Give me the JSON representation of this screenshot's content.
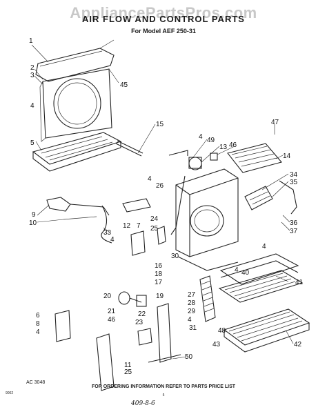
{
  "header": {
    "watermark": "AppliancePartsPros.com",
    "title": "AIR FLOW AND CONTROL PARTS",
    "model": "For Model AEF 250-31"
  },
  "footer": {
    "drawing_number": "AC 3048",
    "ordering_note": "FOR ORDERING INFORMATION REFER TO PARTS PRICE LIST",
    "stamp": "9002",
    "page_number": "5",
    "handwritten_note": "409-8-6"
  },
  "callouts": [
    "1",
    "2",
    "3",
    "4",
    "45",
    "15",
    "5",
    "47",
    "4",
    "49",
    "13",
    "46",
    "14",
    "34",
    "35",
    "4",
    "26",
    "9",
    "10",
    "33",
    "12",
    "7",
    "24",
    "25",
    "4",
    "36",
    "37",
    "4",
    "30",
    "4",
    "40",
    "41",
    "16",
    "18",
    "17",
    "20",
    "19",
    "21",
    "46",
    "27",
    "28",
    "6",
    "8",
    "4",
    "22",
    "23",
    "29",
    "4",
    "31",
    "48",
    "43",
    "42",
    "11",
    "25",
    "50"
  ]
}
